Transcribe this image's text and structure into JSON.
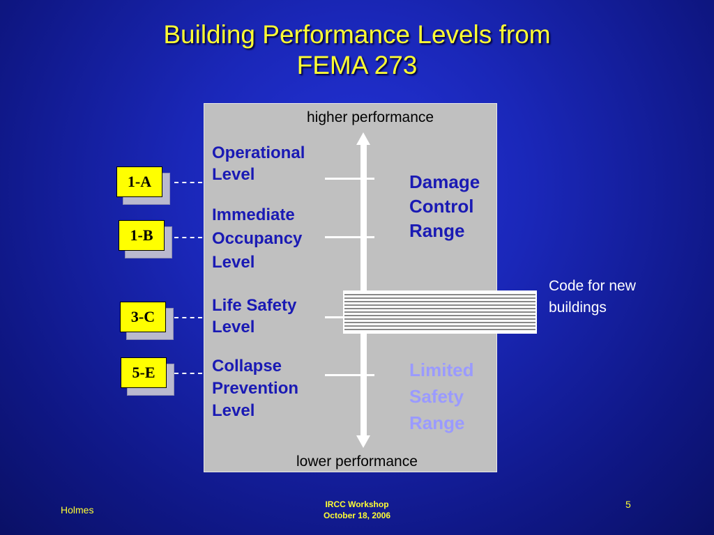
{
  "slide": {
    "title_line1": "Building Performance Levels from",
    "title_line2": "FEMA 273",
    "higher_performance": "higher performance",
    "lower_performance": "lower performance",
    "levels": [
      {
        "line1": "Operational",
        "line2": "Level",
        "line3": ""
      },
      {
        "line1": "Immediate",
        "line2": "Occupancy",
        "line3": "Level"
      },
      {
        "line1": "Life Safety",
        "line2": "Level",
        "line3": ""
      },
      {
        "line1": "Collapse",
        "line2": "Prevention",
        "line3": "Level"
      }
    ],
    "damage_range": {
      "line1": "Damage",
      "line2": "Control",
      "line3": "Range",
      "color": "#1a1ab4"
    },
    "safety_range": {
      "line1": "Limited",
      "line2": "Safety",
      "line3": "Range",
      "color": "#9a9aff"
    },
    "code_label": {
      "line1": "Code for new",
      "line2": "buildings"
    },
    "badges": [
      "1-A",
      "1-B",
      "3-C",
      "5-E"
    ],
    "colors": {
      "title": "#ffff33",
      "badge": "#ffff00",
      "level_text": "#1a1ab4",
      "panel": "#c0c0c0"
    }
  },
  "footer": {
    "author": "Holmes",
    "event": "IRCC Workshop",
    "date": "October 18, 2006",
    "page": "5"
  }
}
